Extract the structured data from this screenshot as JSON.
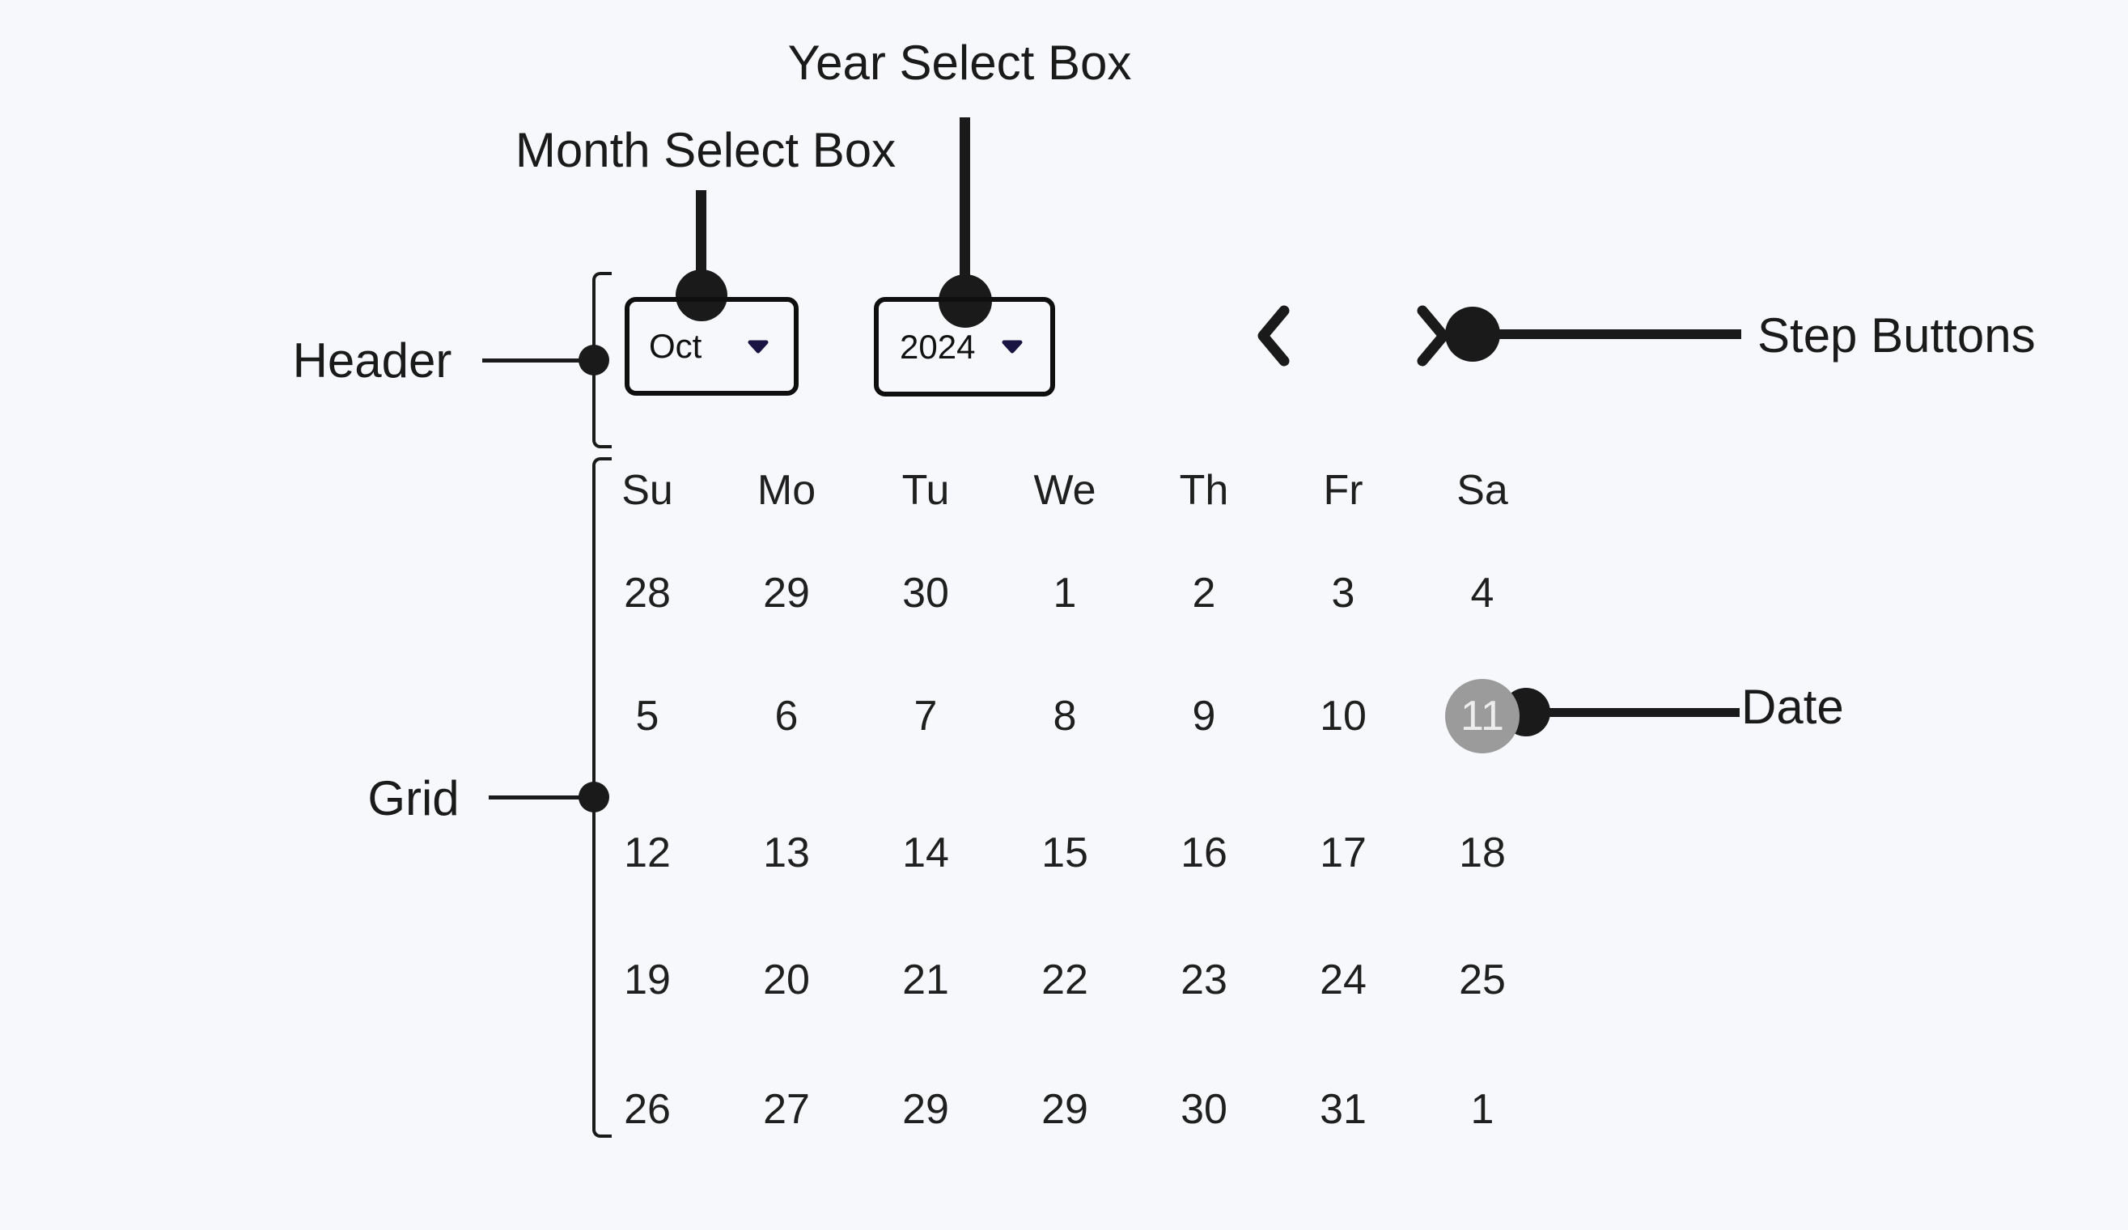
{
  "diagram": {
    "annotations": {
      "year_select_label": "Year Select Box",
      "month_select_label": "Month Select Box",
      "header_label": "Header",
      "step_buttons_label": "Step Buttons",
      "grid_label": "Grid",
      "date_label": "Date"
    }
  },
  "calendar": {
    "month_select": {
      "value": "Oct"
    },
    "year_select": {
      "value": "2024"
    },
    "day_headers": [
      "Su",
      "Mo",
      "Tu",
      "We",
      "Th",
      "Fr",
      "Sa"
    ],
    "weeks": [
      [
        "28",
        "29",
        "30",
        "1",
        "2",
        "3",
        "4"
      ],
      [
        "5",
        "6",
        "7",
        "8",
        "9",
        "10",
        "11"
      ],
      [
        "12",
        "13",
        "14",
        "15",
        "16",
        "17",
        "18"
      ],
      [
        "19",
        "20",
        "21",
        "22",
        "23",
        "24",
        "25"
      ],
      [
        "26",
        "27",
        "29",
        "29",
        "30",
        "31",
        "1"
      ]
    ],
    "selected_date": {
      "value": "11",
      "week_row": 1,
      "day_column": 6
    }
  },
  "icons": {
    "month_caret": "dropdown-caret-icon",
    "year_caret": "dropdown-caret-icon",
    "prev": "chevron-left-icon",
    "next": "chevron-right-icon"
  },
  "colors": {
    "background": "#f7f8fb",
    "ink": "#1a1a1a",
    "box_border": "#0f0f0f",
    "caret": "#1a1442",
    "selected_circle": "#9b9b9b",
    "selected_text": "#ededed"
  }
}
